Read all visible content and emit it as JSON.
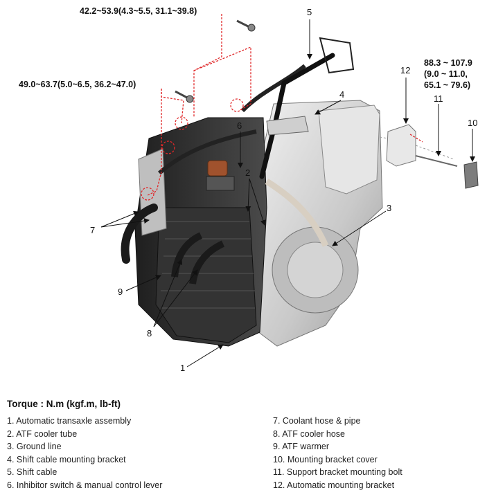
{
  "torque_specs": {
    "upper_bolt": "42.2~53.9(4.3~5.5, 31.1~39.8)",
    "lower_bolt": "49.0~63.7(5.0~6.5, 36.2~47.0)",
    "bracket_line1": "88.3 ~ 107.9",
    "bracket_line2": "(9.0 ~ 11.0,",
    "bracket_line3": "65.1 ~ 79.6)"
  },
  "callouts": {
    "n1": "1",
    "n2": "2",
    "n3": "3",
    "n4": "4",
    "n5": "5",
    "n6": "6",
    "n7": "7",
    "n8": "8",
    "n9": "9",
    "n10": "10",
    "n11": "11",
    "n12": "12"
  },
  "legend": {
    "title": "Torque : N.m (kgf.m, lb-ft)",
    "left": [
      "1. Automatic transaxle assembly",
      "2. ATF cooler tube",
      "3. Ground line",
      "4. Shift cable mounting bracket",
      "5. Shift cable",
      "6. Inhibitor switch & manual control lever"
    ],
    "right": [
      "7. Coolant hose & pipe",
      "8. ATF cooler hose",
      "9. ATF warmer",
      "10. Mounting bracket cover",
      "11. Support bracket mounting bolt",
      "12. Automatic mounting bracket"
    ]
  },
  "colors": {
    "leader": "#111111",
    "dashed": "#e0282a",
    "metal_light": "#d9d9d9",
    "metal_dark": "#2b2b2b"
  }
}
